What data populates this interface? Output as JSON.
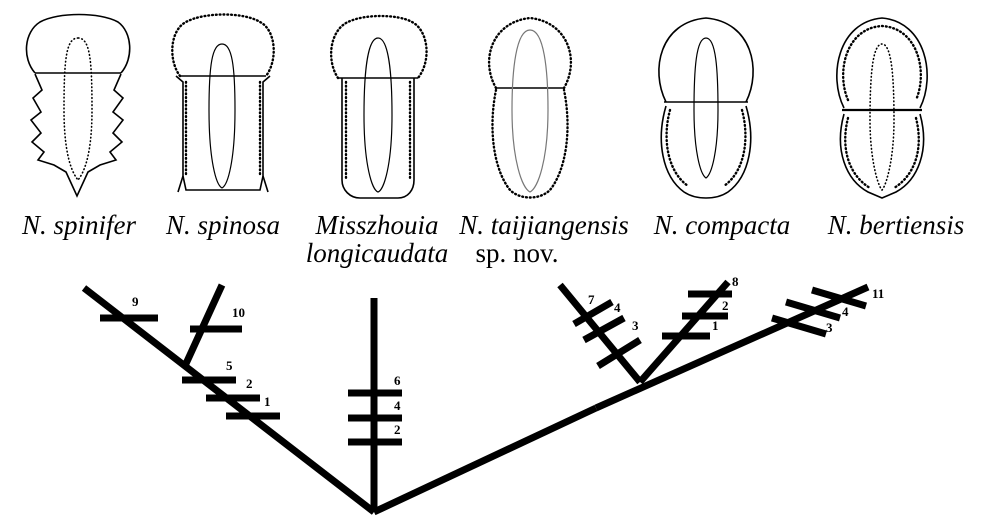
{
  "species": [
    {
      "label": "N. spinifer",
      "sub": ""
    },
    {
      "label": "N. spinosa",
      "sub": ""
    },
    {
      "label": "Misszhouia",
      "sub": "longicaudata"
    },
    {
      "label": "N. taijiangensis",
      "sub": "sp. nov."
    },
    {
      "label": "N. compacta",
      "sub": ""
    },
    {
      "label": "N. bertiensis",
      "sub": ""
    }
  ],
  "characters": {
    "spinifer": [
      "9"
    ],
    "spinosa": [
      "10"
    ],
    "spinifer_spinosa_stem": [
      "5",
      "2",
      "1"
    ],
    "misszhouia": [
      "6",
      "4",
      "2"
    ],
    "taijiangensis": [
      "7",
      "4",
      "3"
    ],
    "compacta": [
      "8",
      "2",
      "1"
    ],
    "bertiensis": [
      "11",
      "4",
      "3"
    ]
  }
}
